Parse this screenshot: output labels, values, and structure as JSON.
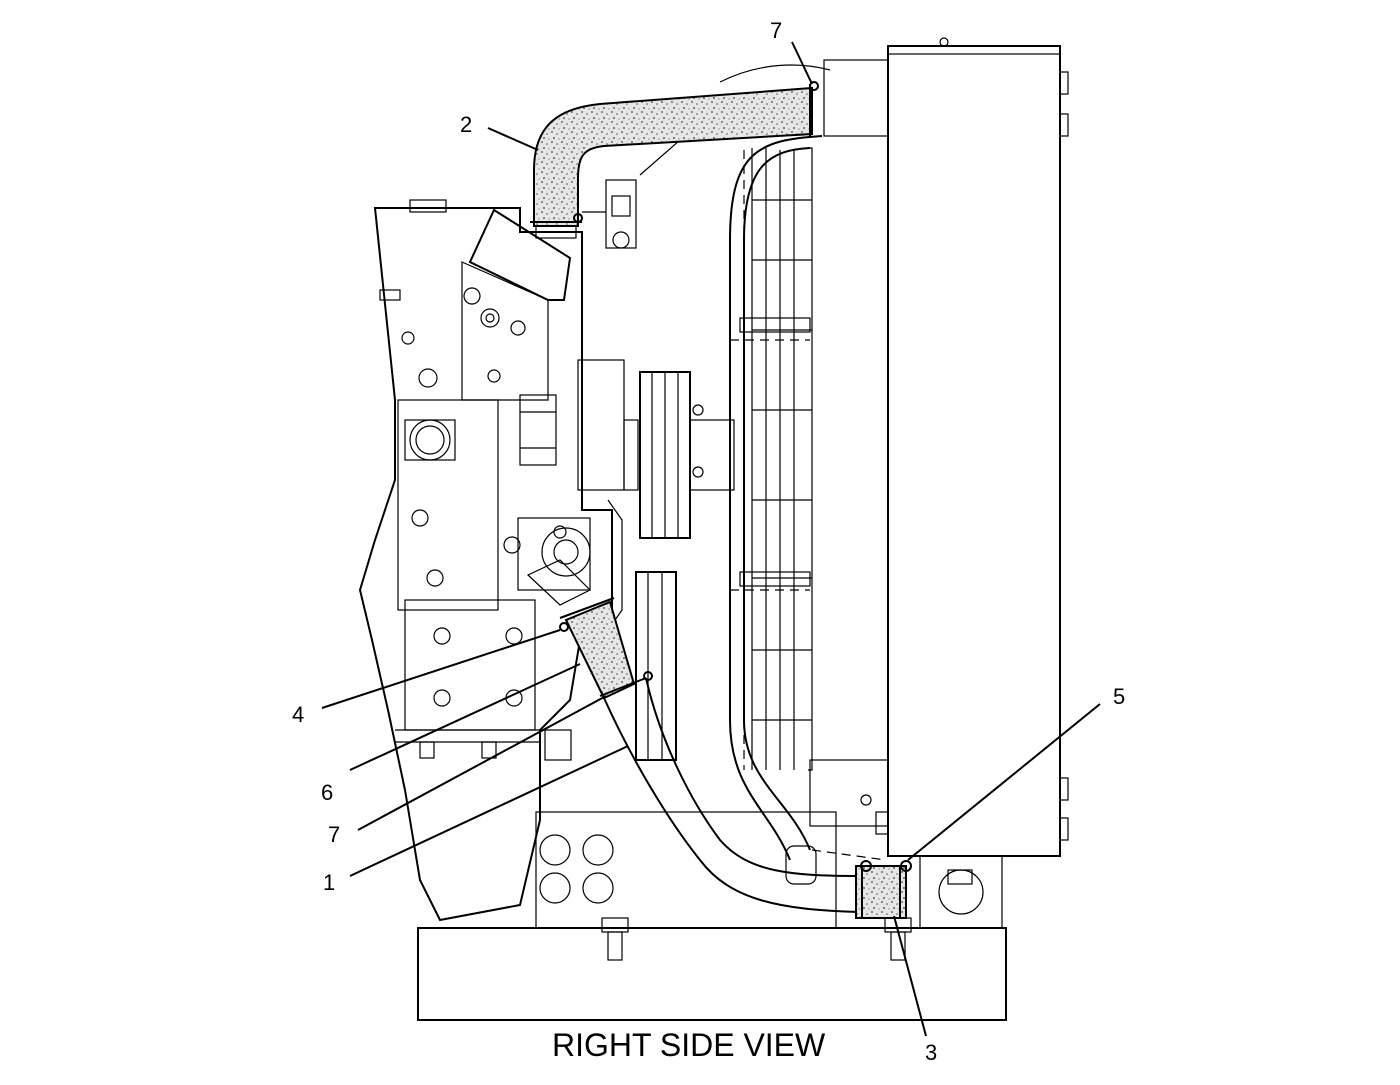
{
  "view_title": "RIGHT SIDE VIEW",
  "callouts": [
    {
      "id": "c7-top",
      "label": "7"
    },
    {
      "id": "c2",
      "label": "2"
    },
    {
      "id": "c5",
      "label": "5"
    },
    {
      "id": "c4",
      "label": "4"
    },
    {
      "id": "c6",
      "label": "6"
    },
    {
      "id": "c7-bottom",
      "label": "7"
    },
    {
      "id": "c1",
      "label": "1"
    },
    {
      "id": "c3",
      "label": "3"
    }
  ]
}
